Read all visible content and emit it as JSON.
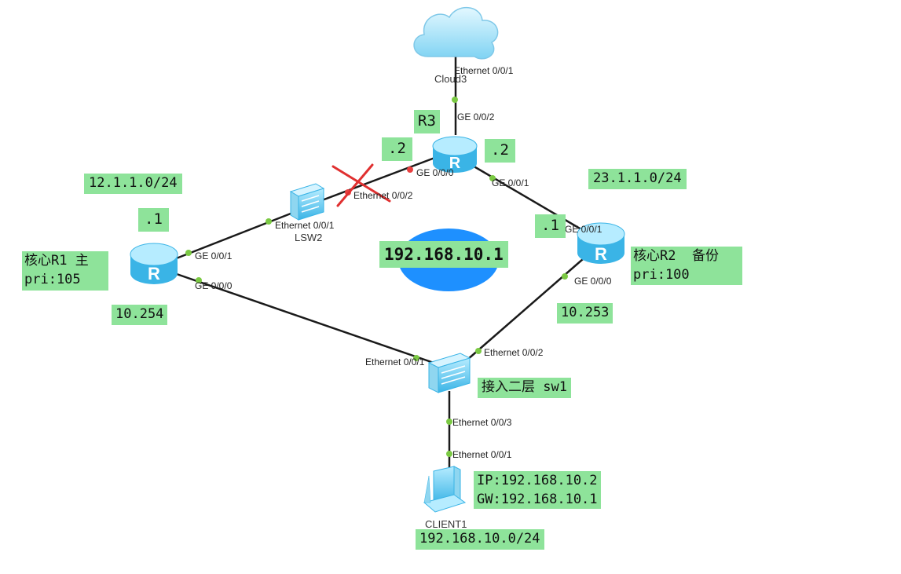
{
  "devices": {
    "cloud": {
      "label": "Cloud3"
    },
    "lsw2": {
      "label": "LSW2"
    },
    "sw1": {
      "label": ""
    },
    "client": {
      "label": "CLIENT1"
    }
  },
  "ports": {
    "cloud_eth": "Ethernet 0/0/1",
    "r3_ge002": "GE 0/0/2",
    "r3_ge000": "GE 0/0/0",
    "r3_ge001": "GE 0/0/1",
    "lsw2_eth002": "Ethernet 0/0/2",
    "lsw2_eth001": "Ethernet 0/0/1",
    "r1_ge001": "GE 0/0/1",
    "r1_ge000": "GE 0/0/0",
    "r2_ge001": "GE 0/0/1",
    "r2_ge000": "GE 0/0/0",
    "sw1_eth001": "Ethernet 0/0/1",
    "sw1_eth002": "Ethernet 0/0/2",
    "sw1_eth003": "Ethernet 0/0/3",
    "client_eth001": "Ethernet 0/0/1"
  },
  "notes": {
    "r3": "R3",
    "r3_left_ip": ".2",
    "r3_right_ip": ".2",
    "net_12": "12.1.1.0/24",
    "net_23": "23.1.1.0/24",
    "r1_ip": ".1",
    "r2_ip": ".1",
    "r1_role": "核心R1 主\npri:105",
    "r2_role": "核心R2  备份\npri:100",
    "r1_vlanif": "10.254",
    "r2_vlanif": "10.253",
    "vip": "192.168.10.1",
    "sw1": "接入二层 sw1",
    "client_ip": "IP:192.168.10.2\nGW:192.168.10.1",
    "client_net": "192.168.10.0/24"
  },
  "colors": {
    "note_bg": "#8ee39a",
    "link": "#1a1a1a",
    "port_up": "#7bc943",
    "port_down": "#e84040",
    "fault_mark": "#e03030",
    "vip_ellipse": "#1e90ff",
    "device_blue": "#5bc8f0"
  },
  "icons": [
    "cloud-icon",
    "router-icon",
    "switch-icon",
    "pc-icon",
    "fault-x-icon"
  ]
}
